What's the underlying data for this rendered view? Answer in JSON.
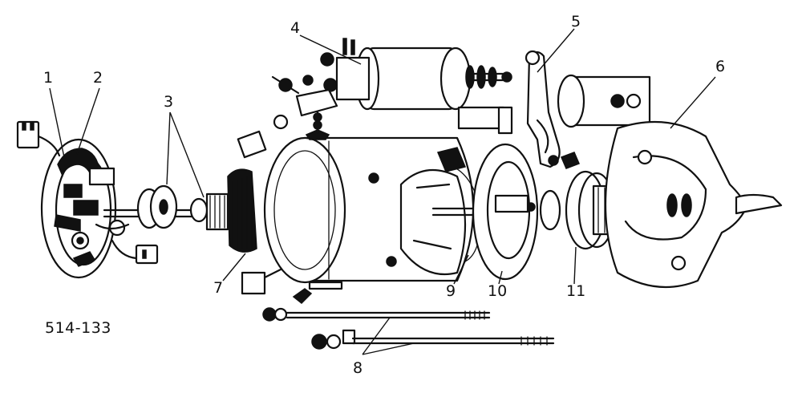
{
  "figure": {
    "id_label": "514-133"
  },
  "callouts": {
    "c1": "1",
    "c2": "2",
    "c3": "3",
    "c4": "4",
    "c5": "5",
    "c6": "6",
    "c7": "7",
    "c8": "8",
    "c9": "9",
    "c10": "10",
    "c11": "11"
  }
}
